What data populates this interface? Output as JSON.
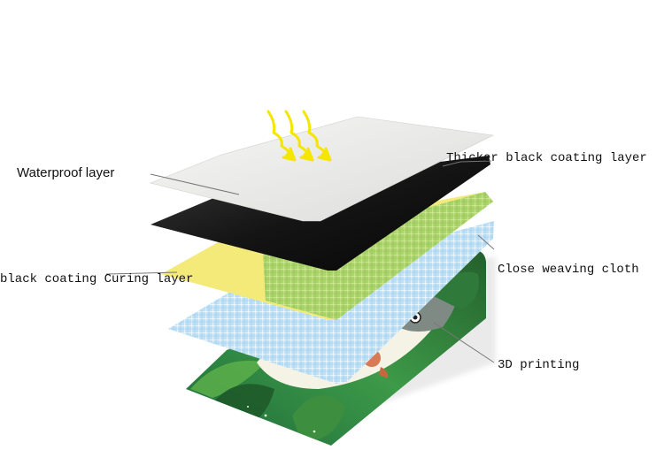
{
  "labels": {
    "waterproof": "Waterproof layer",
    "thicker_black": "Thicker black coating layer",
    "black_curing": "black coating Curing layer",
    "close_weaving": "Close weaving cloth",
    "printing_3d": "3D printing"
  },
  "colors": {
    "waterproof": "#efefec",
    "black": "#111111",
    "curing_yellow": "#f3ea7a",
    "mesh_green": "#9fd26a",
    "cloth_blue": "#bfe2f8",
    "print_green": "#2e7d3a",
    "sun_arrows": "#f5e600",
    "leader_lines": "#777777"
  },
  "icons": [
    "sun-arrows-icon"
  ]
}
